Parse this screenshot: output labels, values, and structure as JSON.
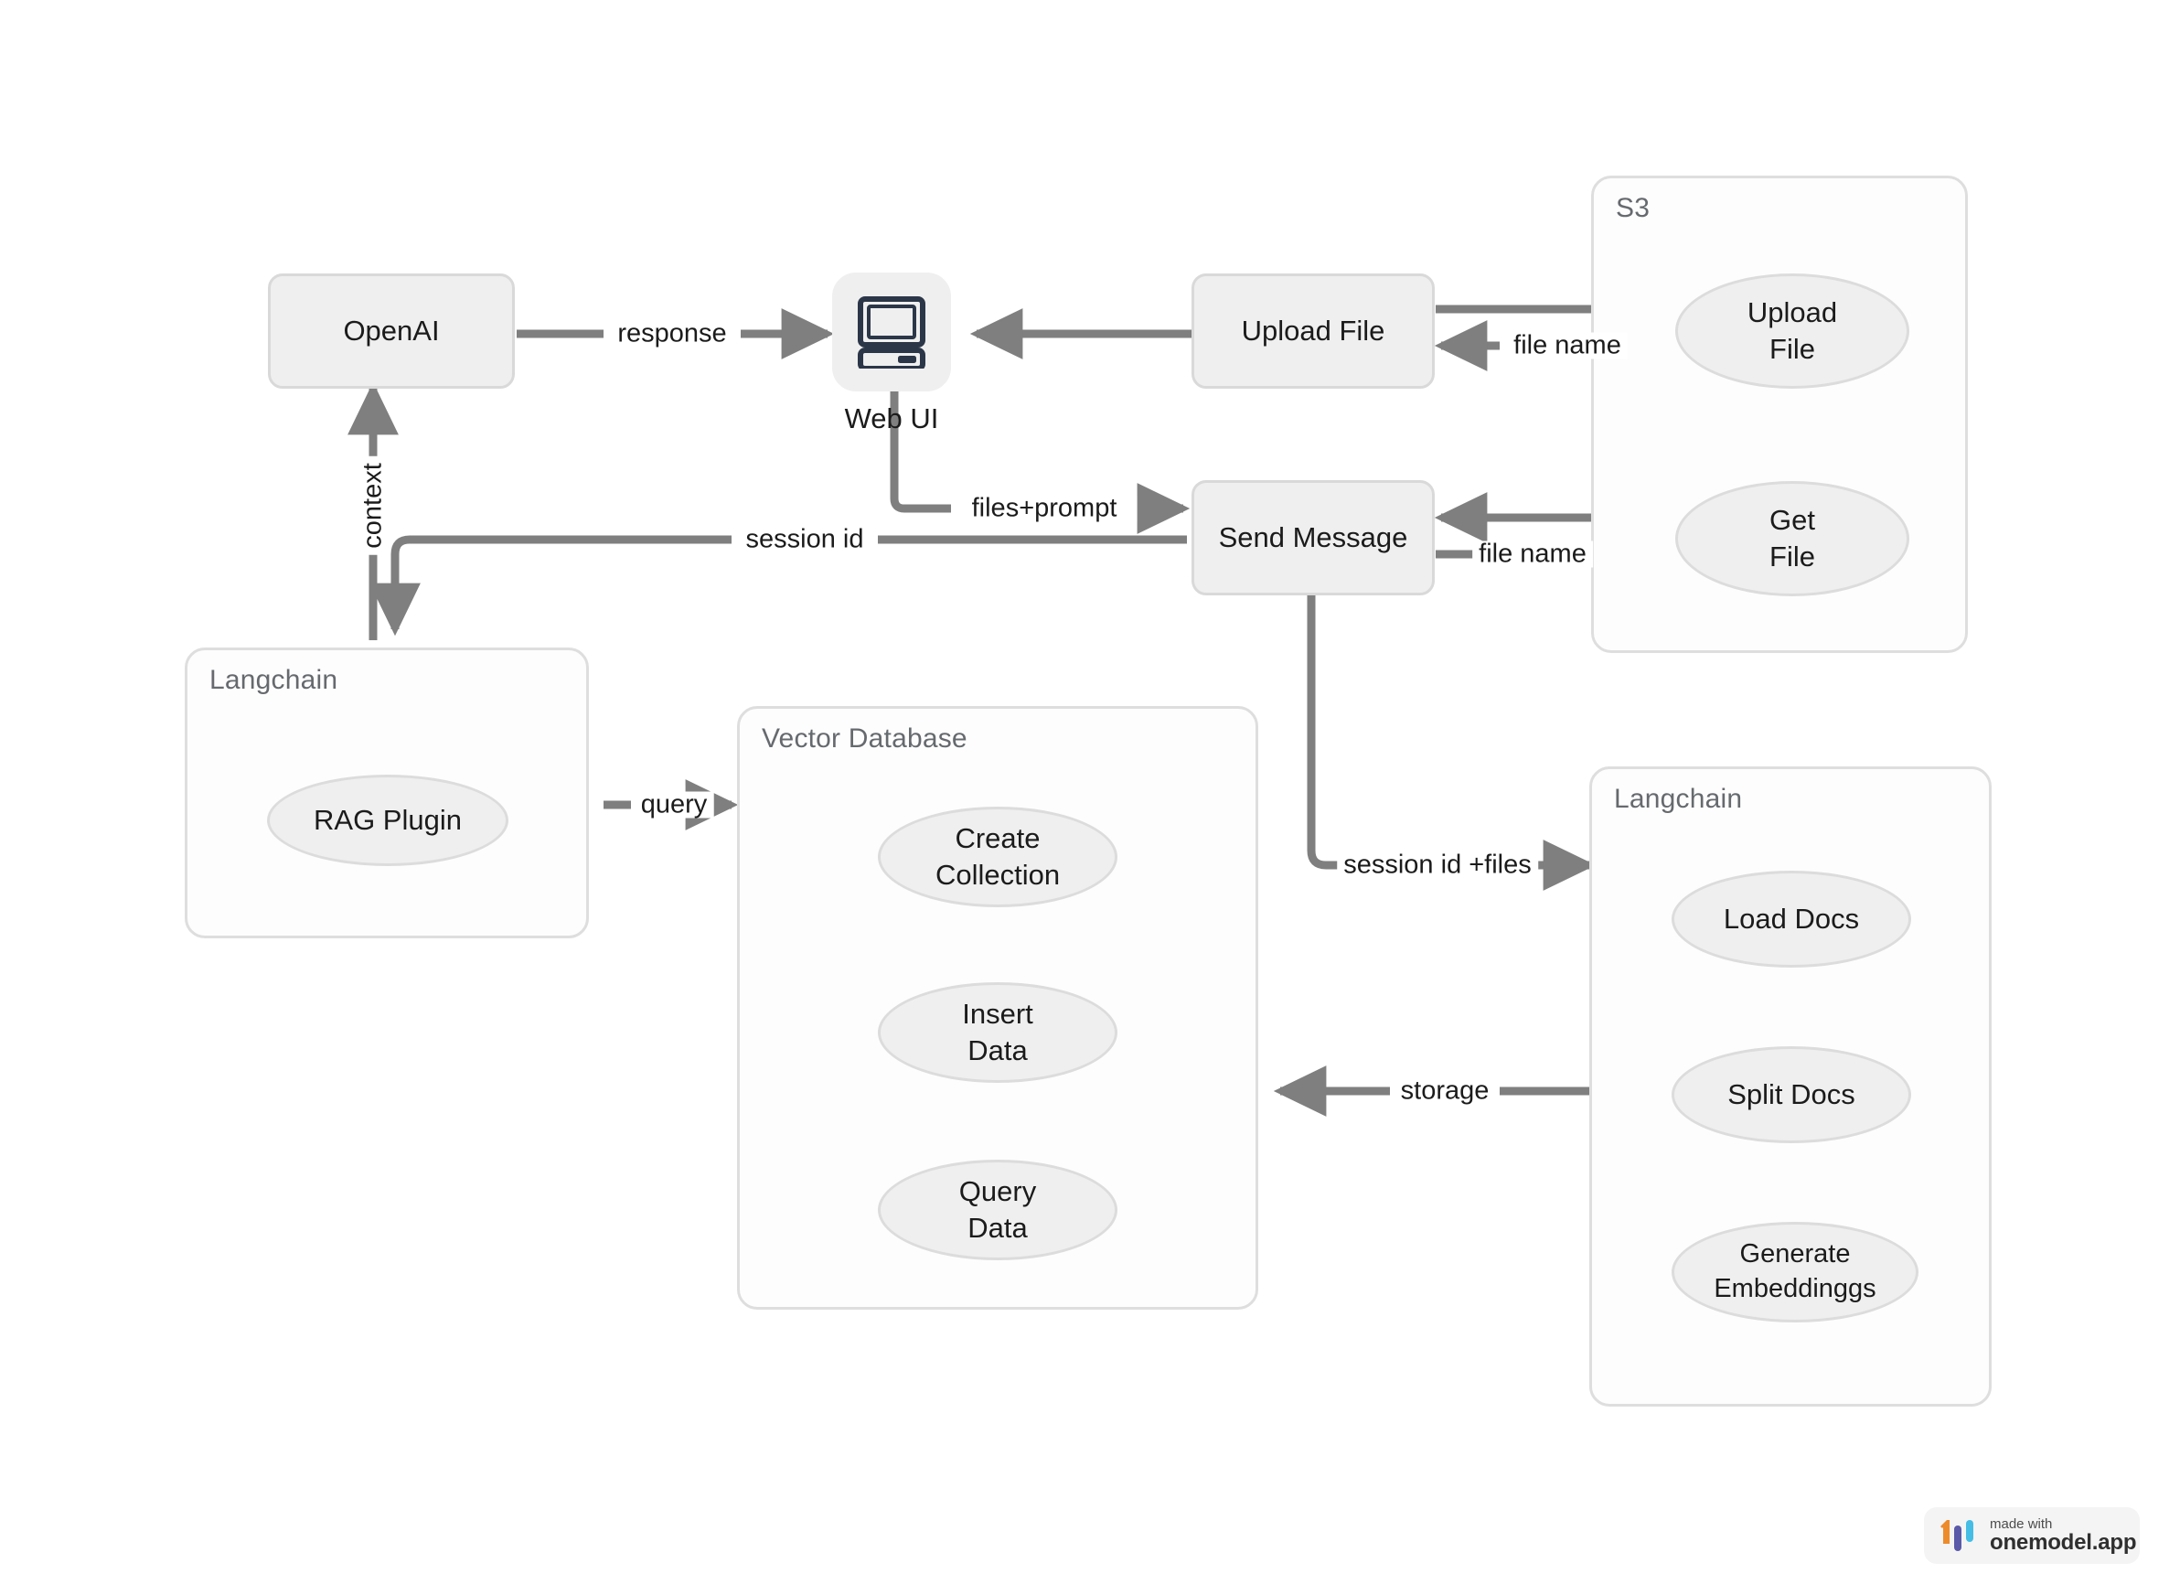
{
  "diagram": {
    "title": "RAG chat architecture flow",
    "background": "#ffffff",
    "node_fill": "#efefef",
    "node_stroke": "#d9d9d9",
    "group_stroke": "#dedede",
    "edge_color": "#7f7f7f",
    "text_color": "#1b1b1b",
    "group_title_color": "#666a6e",
    "icon_color": "#2b3648"
  },
  "nodes": {
    "openai": {
      "label": "OpenAI"
    },
    "web_ui": {
      "label": "Web UI",
      "icon": "desktop-computer-icon"
    },
    "upload_file": {
      "label": "Upload File"
    },
    "send_message": {
      "label": "Send Message"
    },
    "s3_upload_file": {
      "label": "Upload\nFile"
    },
    "s3_get_file": {
      "label": "Get\nFile"
    },
    "rag_plugin": {
      "label": "RAG Plugin"
    },
    "create_collection": {
      "label": "Create\nCollection"
    },
    "insert_data": {
      "label": "Insert\nData"
    },
    "query_data": {
      "label": "Query\nData"
    },
    "load_docs": {
      "label": "Load Docs"
    },
    "split_docs": {
      "label": "Split Docs"
    },
    "generate_embeddings": {
      "label": "Generate\nEmbeddinggs"
    }
  },
  "groups": {
    "s3": {
      "title": "S3"
    },
    "langchain_left": {
      "title": "Langchain"
    },
    "vector_db": {
      "title": "Vector Database"
    },
    "langchain_right": {
      "title": "Langchain"
    }
  },
  "edges": [
    {
      "id": "response",
      "label": "response",
      "from": "openai",
      "to": "web_ui"
    },
    {
      "id": "upload-to-s3",
      "label": "",
      "from": "upload_file",
      "to": "s3_upload_file"
    },
    {
      "id": "s3-file-name",
      "label": "file name",
      "from": "s3_upload_file",
      "to": "upload_file"
    },
    {
      "id": "upload-to-webui",
      "label": "",
      "from": "upload_file",
      "to": "web_ui"
    },
    {
      "id": "files-prompt",
      "label": "files+prompt",
      "from": "web_ui",
      "to": "send_message"
    },
    {
      "id": "session-id",
      "label": "session id",
      "from": "send_message",
      "to": "langchain_left"
    },
    {
      "id": "context",
      "label": "context",
      "from": "langchain_left",
      "to": "openai"
    },
    {
      "id": "get-file-name",
      "label": "file name",
      "from": "send_message",
      "to": "s3_get_file"
    },
    {
      "id": "get-file-back",
      "label": "",
      "from": "s3_get_file",
      "to": "send_message"
    },
    {
      "id": "query",
      "label": "query",
      "from": "rag_plugin",
      "to": "vector_db"
    },
    {
      "id": "session-id-files",
      "label": "session id +files",
      "from": "send_message",
      "to": "langchain_right"
    },
    {
      "id": "storage",
      "label": "storage",
      "from": "langchain_right",
      "to": "vector_db"
    }
  ],
  "watermark": {
    "made_with": "made with",
    "brand": "onemodel.app",
    "bar_colors": [
      "#ED8B2B",
      "#5A5AA8",
      "#45BDE5"
    ]
  }
}
